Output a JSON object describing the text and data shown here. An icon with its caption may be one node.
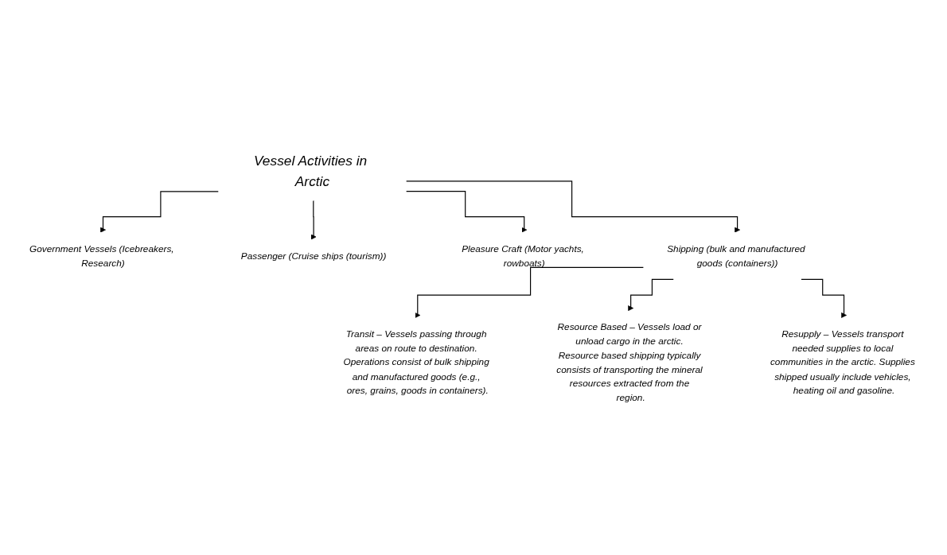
{
  "diagram": {
    "nodes": [
      {
        "text": [
          "Vessel Activities in Arctic"
        ]
      },
      {
        "text": [
          "Government Vessels (Icebreakers, Research)"
        ]
      },
      {
        "text": [
          "Passenger (Cruise ships (tourism))"
        ]
      },
      {
        "text": [
          "Pleasure Craft (Motor yachts, rowboats)"
        ]
      },
      {
        "text": [
          "Shipping (bulk and manufactured goods (containers))"
        ]
      },
      {
        "text": [
          "Transit – Vessels passing through areas on route to destination. Operations consist of bulk shipping and manufactured goods (e.g., ores, grains, goods in containers)."
        ]
      },
      {
        "text": [
          "Resource Based – Vessels load or unload cargo in the arctic. Resource based shipping typically consists of transporting the mineral resources extracted from the region."
        ]
      },
      {
        "text": [
          "Resupply – Vessels transport needed supplies to local communities in the arctic. Supplies shipped usually include vehicles, heating oil and gasoline."
        ]
      }
    ],
    "edges": [
      {
        "from": 0,
        "to": 4,
        "arrow": "to"
      },
      {
        "from": 0,
        "to": 1,
        "arrow": "to"
      },
      {
        "from": 0,
        "to": 2,
        "arrow": "to"
      },
      {
        "from": 0,
        "to": 3,
        "arrow": "to"
      },
      {
        "from": 4,
        "to": 5,
        "arrow": "to"
      },
      {
        "from": 4,
        "to": 6,
        "arrow": "to"
      },
      {
        "from": 4,
        "to": 7,
        "arrow": "to"
      }
    ]
  }
}
